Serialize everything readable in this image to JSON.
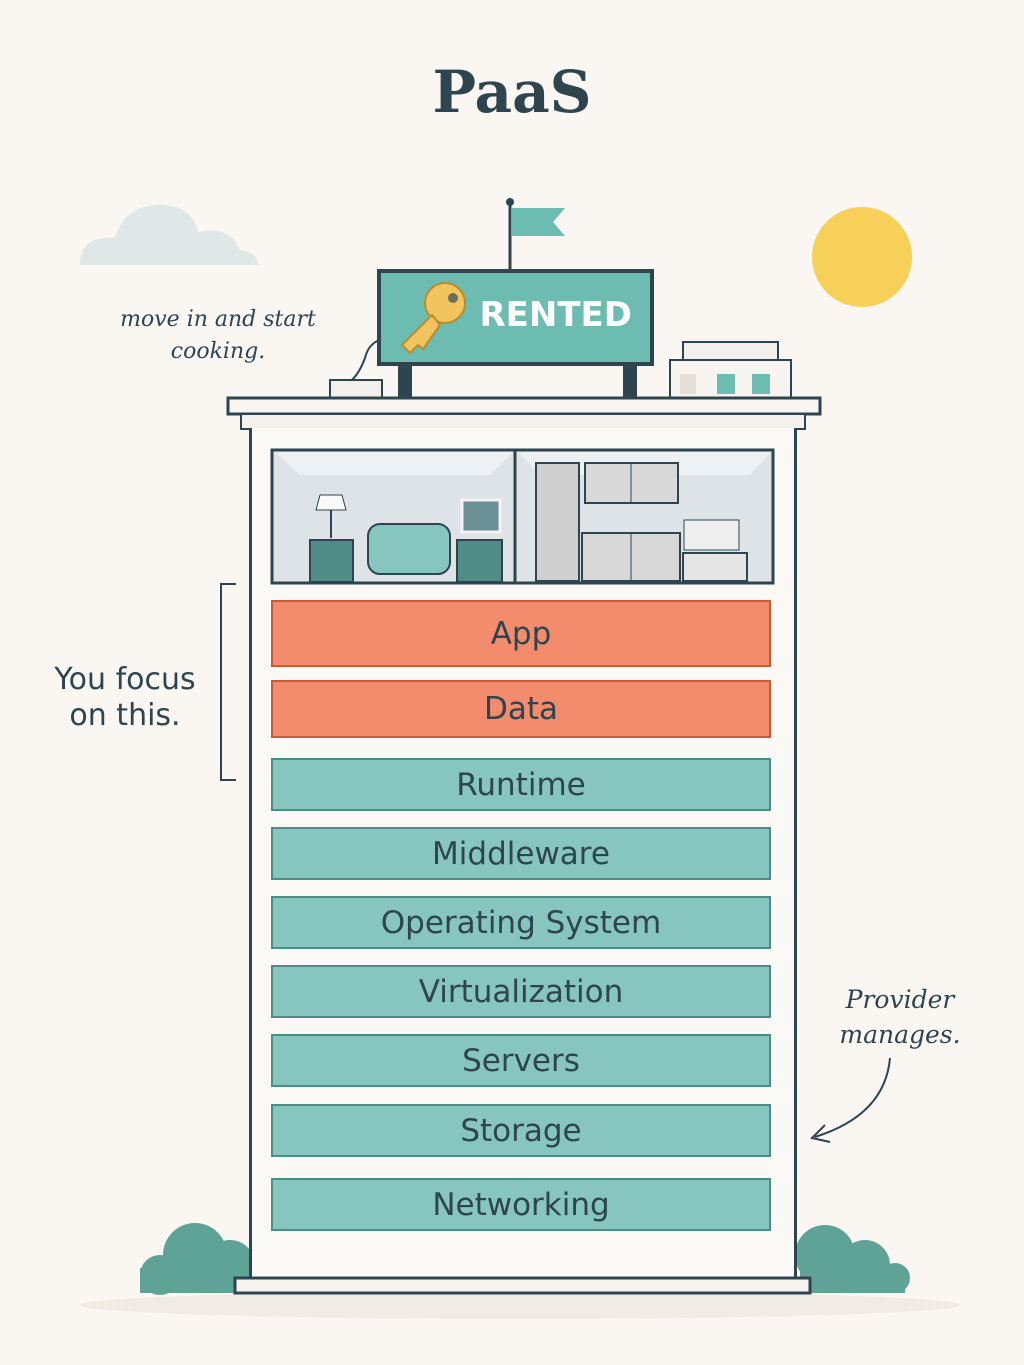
{
  "title": "PaaS",
  "sign": {
    "text": "RENTED",
    "icon": "key-icon"
  },
  "notes": {
    "top": "move in and start cooking.",
    "left": "You focus on this.",
    "right": "Provider manages."
  },
  "layers": [
    {
      "label": "App",
      "owner": "you"
    },
    {
      "label": "Data",
      "owner": "you"
    },
    {
      "label": "Runtime",
      "owner": "provider"
    },
    {
      "label": "Middleware",
      "owner": "provider"
    },
    {
      "label": "Operating System",
      "owner": "provider"
    },
    {
      "label": "Virtualization",
      "owner": "provider"
    },
    {
      "label": "Servers",
      "owner": "provider"
    },
    {
      "label": "Storage",
      "owner": "provider"
    },
    {
      "label": "Networking",
      "owner": "provider"
    }
  ],
  "colors": {
    "you": "#f38c6c",
    "provider": "#86c6bf",
    "outline": "#2e4550",
    "sun": "#f7d05a",
    "background": "#faf6f2"
  }
}
